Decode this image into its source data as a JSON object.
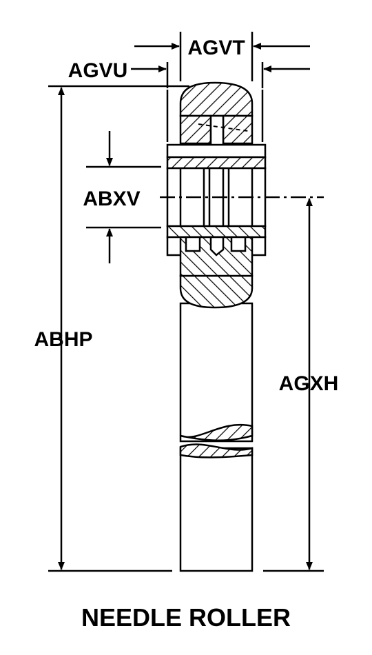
{
  "diagram": {
    "title": "NEEDLE ROLLER",
    "dimensions": {
      "agvt": "AGVT",
      "agvu": "AGVU",
      "abxv": "ABXV",
      "abhp": "ABHP",
      "agxh": "AGXH"
    }
  }
}
